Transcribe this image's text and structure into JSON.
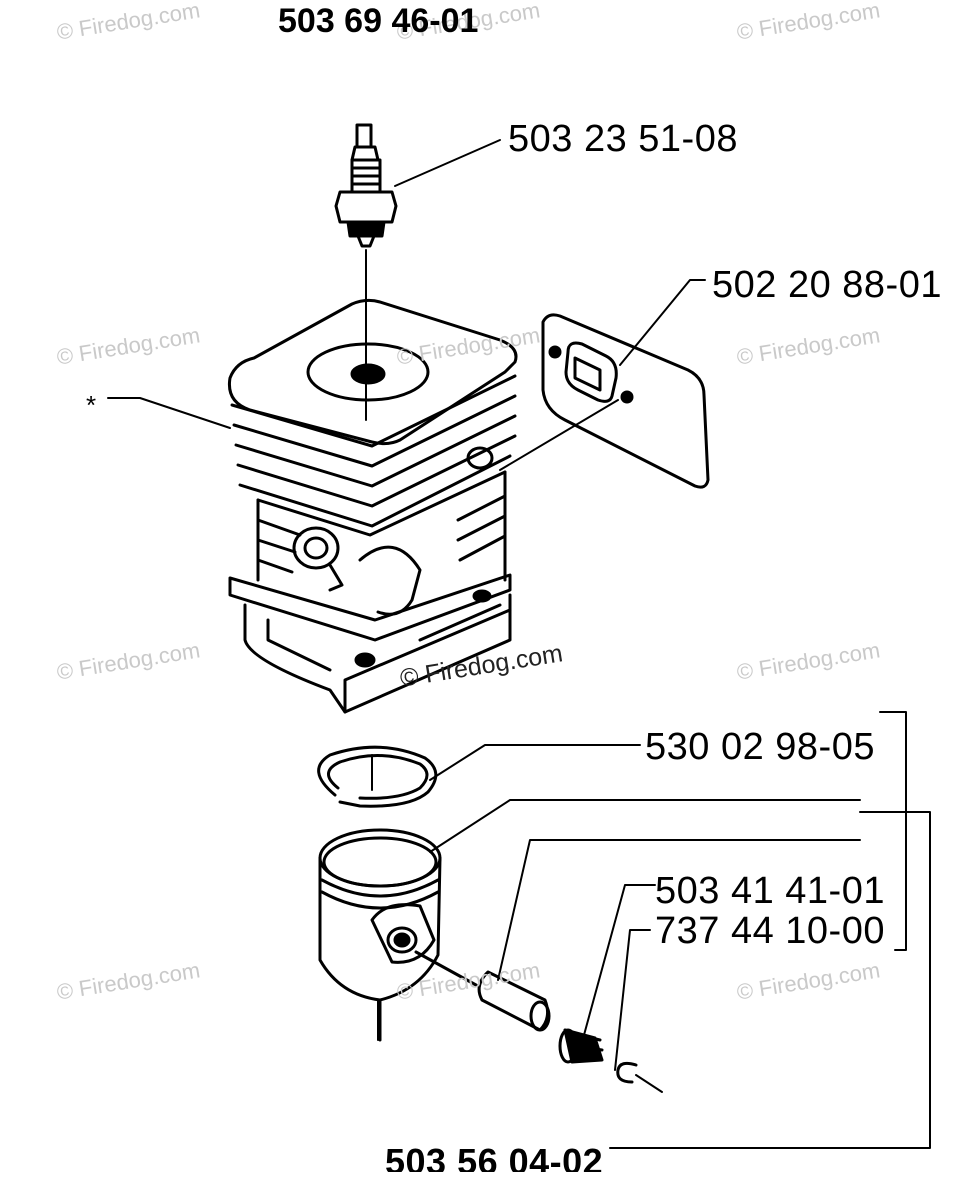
{
  "title": "503 69 46-01",
  "asterisk": "*",
  "parts": {
    "spark_plug": "503 23 51-08",
    "gasket": "502 20 88-01",
    "piston_ring": "530 02 98-05",
    "needle_bearing": "503 41 41-01",
    "circlip": "737 44 10-00",
    "piston_kit": "503 56 04-02"
  },
  "watermark": "© Firedog.com"
}
